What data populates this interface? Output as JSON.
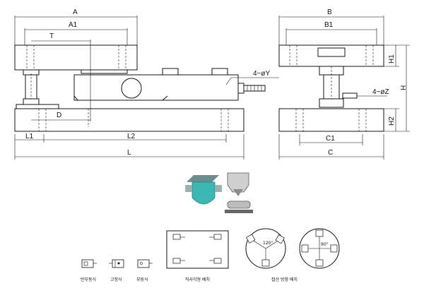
{
  "dimensions": {
    "A": "A",
    "A1": "A1",
    "T": "T",
    "D": "D",
    "L1": "L1",
    "L2": "L2",
    "L": "L",
    "B": "B",
    "B1": "B1",
    "C1": "C1",
    "C": "C",
    "H1": "H1",
    "H": "H",
    "H2": "H2",
    "hole_y": "4−øY",
    "hole_z": "4−øZ"
  },
  "angles": {
    "deg120": "120°",
    "deg90": "90°"
  },
  "legend": {
    "semi_fixed": "반부동식",
    "fixed": "고정식",
    "floating": "부동식",
    "rect_layout": "직사각형 배치",
    "tangent_layout": "접선 방향 배치"
  },
  "colors": {
    "teal": "#3cb8b2",
    "grey": "#cfcfcf"
  },
  "icons": [
    "mount-icon-semi",
    "mount-icon-fixed",
    "mount-icon-floating"
  ]
}
